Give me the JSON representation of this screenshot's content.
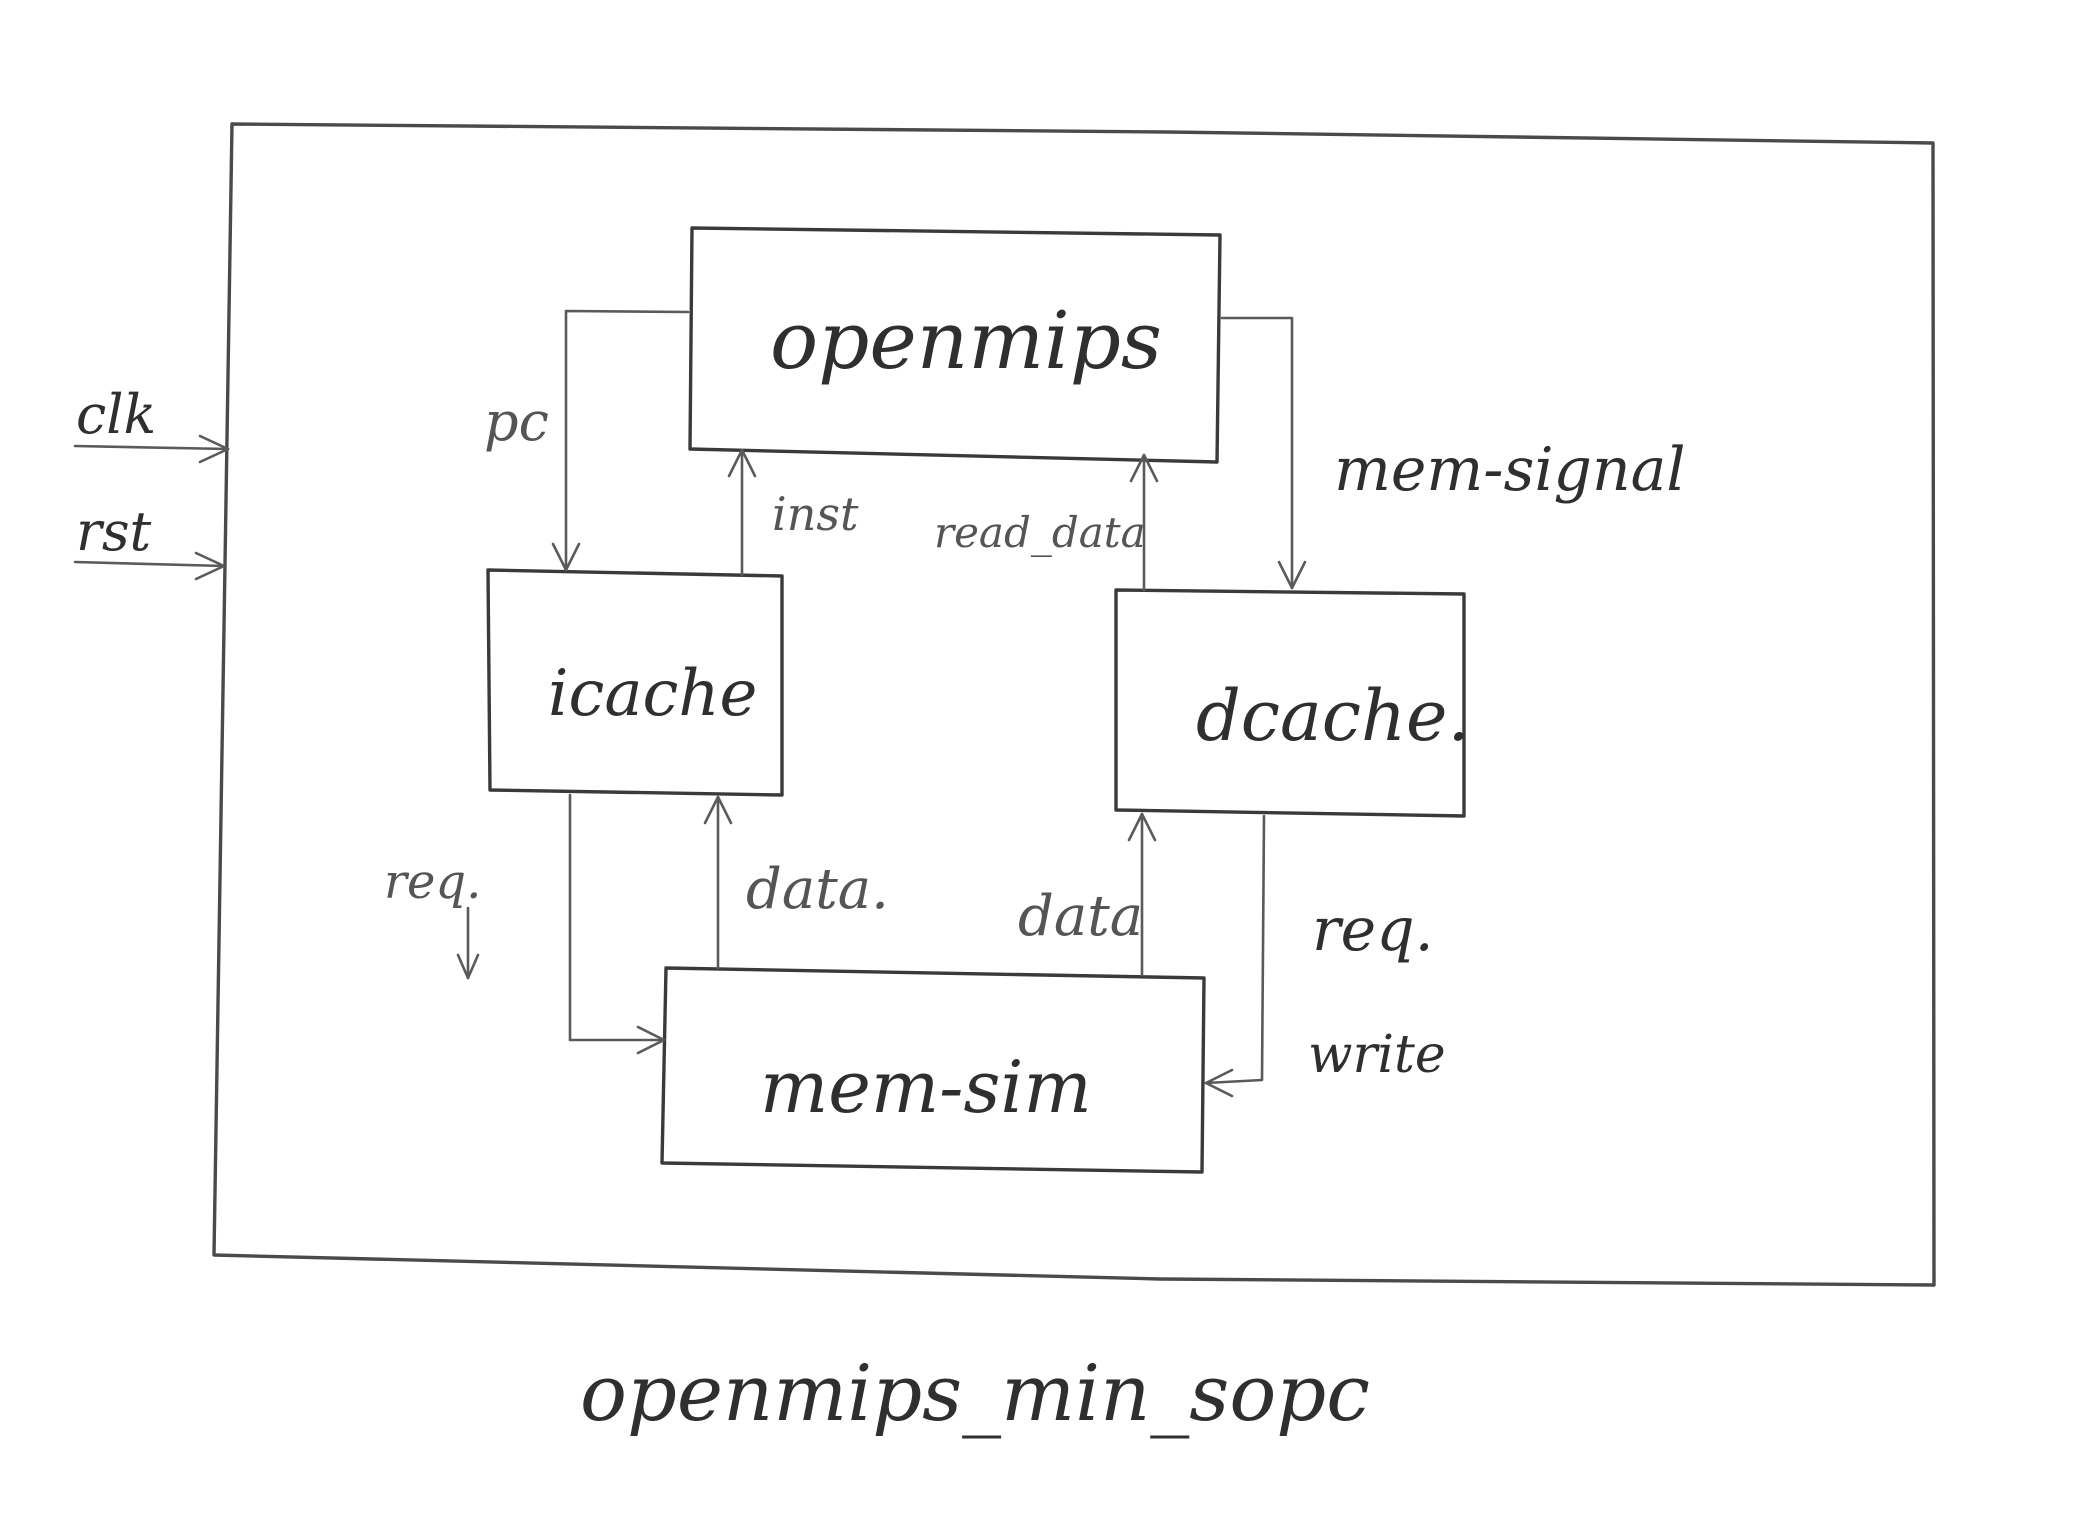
{
  "inputs": {
    "clk": "clk",
    "rst": "rst"
  },
  "modules": {
    "openmips": "openmips",
    "icache": "icache",
    "dcache": "dcache.",
    "mem_sim": "mem-sim"
  },
  "signals": {
    "pc": "pc",
    "inst": "inst",
    "read_data": "read_data",
    "mem_signal": "mem-signal",
    "icache_req": "req.",
    "icache_data": "data.",
    "dcache_data": "data",
    "dcache_req": "req.",
    "dcache_write": "write"
  },
  "caption": "openmips_min_sopc"
}
